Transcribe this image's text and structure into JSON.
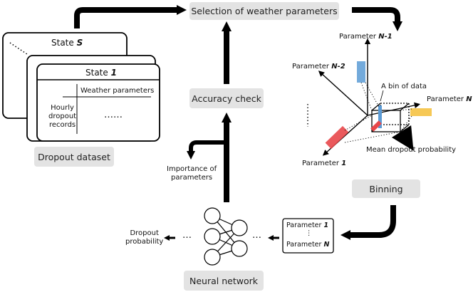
{
  "top_box": "Selection of weather parameters",
  "accuracy_box": "Accuracy check",
  "dropout_dataset_box": "Dropout dataset",
  "binning_box": "Binning",
  "neural_network_box": "Neural network",
  "importance": "Importance of\nparameters",
  "dropout_output": "Dropout\nprobability",
  "state_s": {
    "prefix": "State ",
    "var": "S"
  },
  "state_1": {
    "prefix": "State ",
    "var": "1"
  },
  "weather_parameters": "Weather parameters",
  "hourly_records": "Hourly\ndropout\nrecords",
  "table_ellipsis": "……",
  "param_box": {
    "line1_prefix": "Parameter ",
    "line1_var": "1",
    "dots": "⋮",
    "line2_prefix": "Parameter ",
    "line2_var": "N"
  },
  "axis_labels": {
    "n_minus_1": {
      "prefix": "Parameter ",
      "var": "N-1"
    },
    "n_minus_2": {
      "prefix": "Parameter ",
      "var": "N-2"
    },
    "n": {
      "prefix": "Parameter ",
      "var": "N"
    },
    "one": {
      "prefix": "Parameter ",
      "var": "1"
    }
  },
  "bin_label": "A bin of data",
  "mean_prob": "Mean dropout probability",
  "ellipsis": "…",
  "colors": {
    "arrow": "#000000",
    "pill": "#e3e3e3",
    "blue": "#5b9bd5",
    "red": "#e8474a",
    "yellow": "#f5c242"
  }
}
